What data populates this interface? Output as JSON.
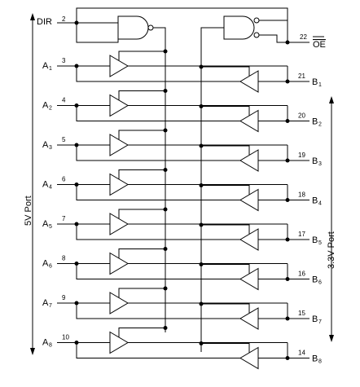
{
  "control": {
    "dir": {
      "label": "DIR",
      "pin": "2"
    },
    "oe": {
      "label": "OE",
      "pin": "22"
    }
  },
  "ports": {
    "left": "5V Port",
    "right": "3.3V Port"
  },
  "channels": [
    {
      "a": "A",
      "a_sub": "1",
      "a_pin": "3",
      "b": "B",
      "b_sub": "1",
      "b_pin": "21"
    },
    {
      "a": "A",
      "a_sub": "2",
      "a_pin": "4",
      "b": "B",
      "b_sub": "2",
      "b_pin": "20"
    },
    {
      "a": "A",
      "a_sub": "3",
      "a_pin": "5",
      "b": "B",
      "b_sub": "3",
      "b_pin": "19"
    },
    {
      "a": "A",
      "a_sub": "4",
      "a_pin": "6",
      "b": "B",
      "b_sub": "4",
      "b_pin": "18"
    },
    {
      "a": "A",
      "a_sub": "5",
      "a_pin": "7",
      "b": "B",
      "b_sub": "5",
      "b_pin": "17"
    },
    {
      "a": "A",
      "a_sub": "6",
      "a_pin": "8",
      "b": "B",
      "b_sub": "6",
      "b_pin": "16"
    },
    {
      "a": "A",
      "a_sub": "7",
      "a_pin": "9",
      "b": "B",
      "b_sub": "7",
      "b_pin": "15"
    },
    {
      "a": "A",
      "a_sub": "8",
      "a_pin": "10",
      "b": "B",
      "b_sub": "8",
      "b_pin": "14"
    }
  ]
}
